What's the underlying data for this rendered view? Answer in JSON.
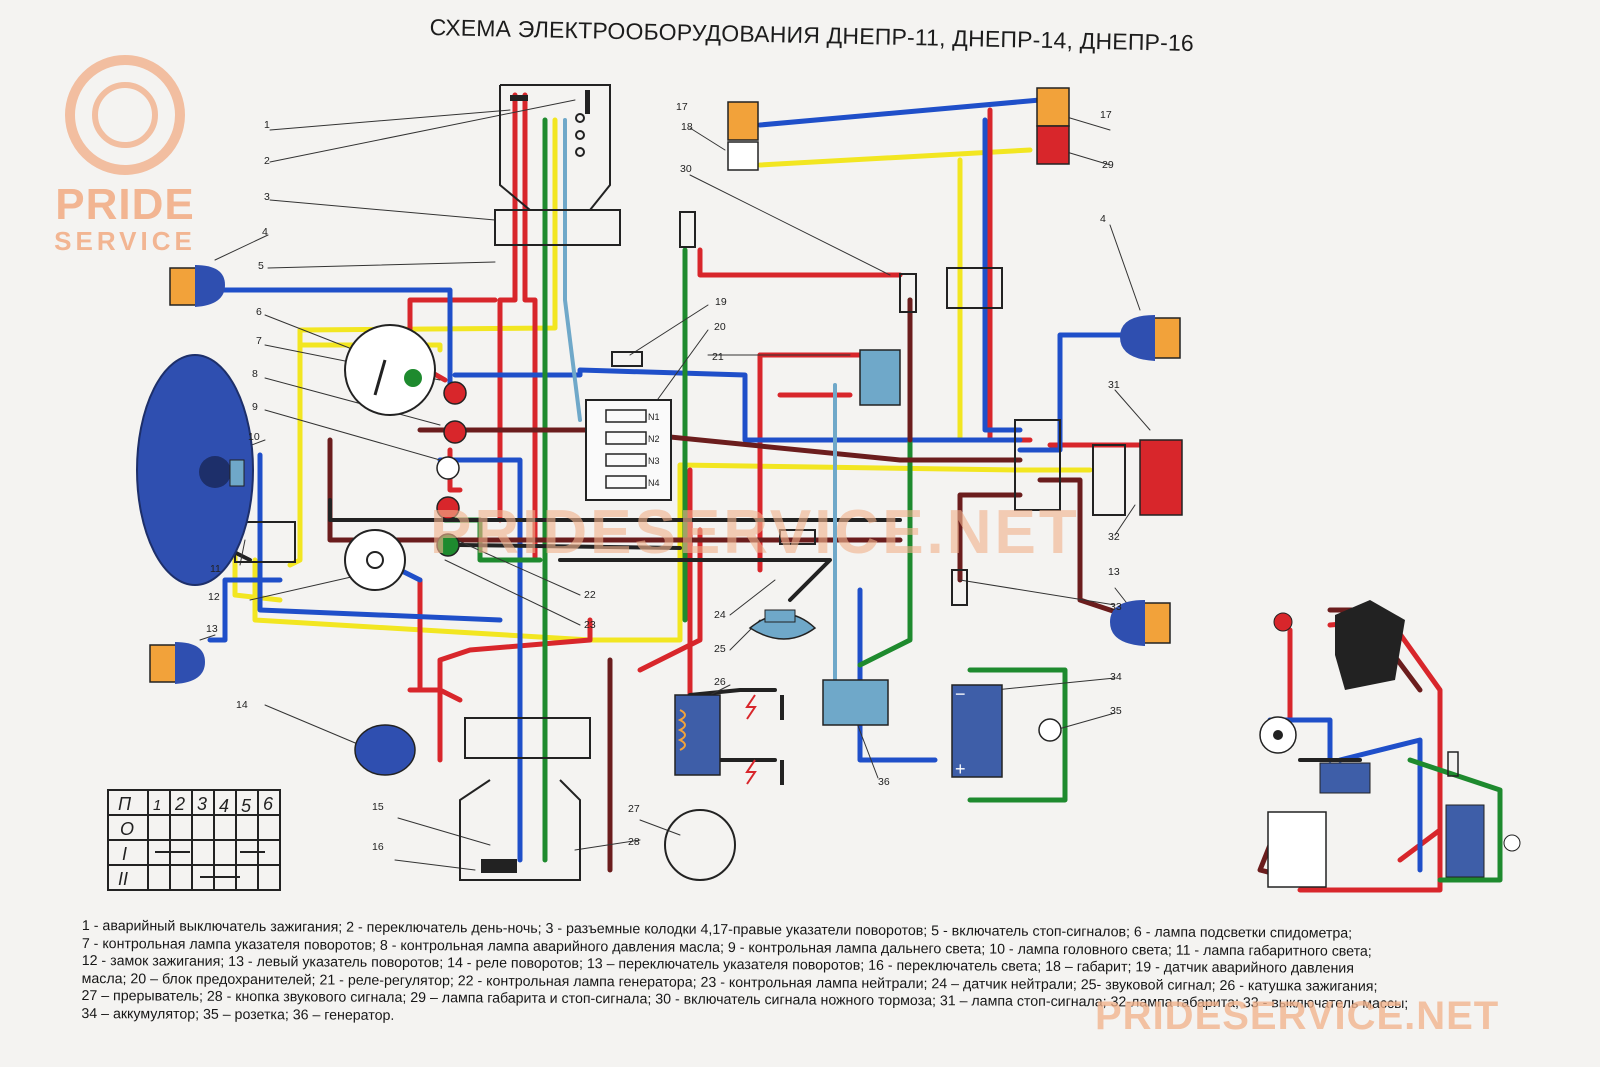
{
  "title": "СХЕМА ЭЛЕКТРООБОРУДОВАНИЯ ДНЕПР-11, ДНЕПР-14, ДНЕПР-16",
  "watermark": {
    "brand_top": "PRIDE",
    "brand_bottom": "SERVICE",
    "center": "PRIDESERVICE.NET",
    "bottom_right": "PRIDESERVICE.NET"
  },
  "callouts": [
    "1",
    "2",
    "3",
    "4",
    "5",
    "6",
    "7",
    "8",
    "9",
    "10",
    "11",
    "12",
    "13",
    "14",
    "15",
    "16",
    "17",
    "18",
    "19",
    "20",
    "21",
    "22",
    "23",
    "24",
    "25",
    "26",
    "27",
    "28",
    "29",
    "30",
    "31",
    "32",
    "33",
    "34",
    "35",
    "36"
  ],
  "fuse_labels": [
    "N1",
    "N2",
    "N3",
    "N4"
  ],
  "switch_table": {
    "header": [
      "П",
      "1",
      "2",
      "3",
      "4",
      "5",
      "6"
    ],
    "rows": [
      "О",
      "I",
      "II"
    ]
  },
  "colors": {
    "red": "#d8262b",
    "blue": "#1f4fc9",
    "yellow": "#f2e621",
    "green": "#1e8a2e",
    "brown": "#6b1d1d",
    "black": "#222222",
    "light_blue": "#6fa8c9",
    "orange_lamp": "#f2a23a",
    "headlamp": "#2f4fb0"
  },
  "legend": [
    "1 - аварийный выключатель зажигания;   2 - переключатель день-ночь; 3 - разъемные колодки 4,17-правые указатели поворотов; 5 - включатель стоп-сигналов; 6 - лампа подсветки спидометра;",
    "7 - контрольная лампа указателя поворотов; 8 - контрольная лампа аварийного давления масла; 9 - контрольная лампа дальнего света; 10 - лампа головного света; 11 - лампа габаритного света;",
    "12 - замок зажигания; 13 - левый указатель поворотов; 14 - реле поворотов; 13 – переключатель указателя поворотов; 16 - переключатель света; 18 – габарит; 19 - датчик аварийного давления",
    "масла; 20 – блок предохранителей; 21 - реле-регулятор; 22 - контрольная лампа генератора; 23 - контрольная лампа нейтрали; 24 – датчик нейтрали; 25- звуковой сигнал; 26 - катушка зажигания;",
    "27 – прерыватель; 28 - кнопка звукового сигнала; 29 – лампа габарита и стоп-сигнала; 30 - включатель сигнала ножного тормоза; 31 – лампа стоп-сигнала; 32-лампа габарита; 33 - выключатель массы;",
    "34 – аккумулятор; 35 – розетка;  36 – генератор."
  ]
}
